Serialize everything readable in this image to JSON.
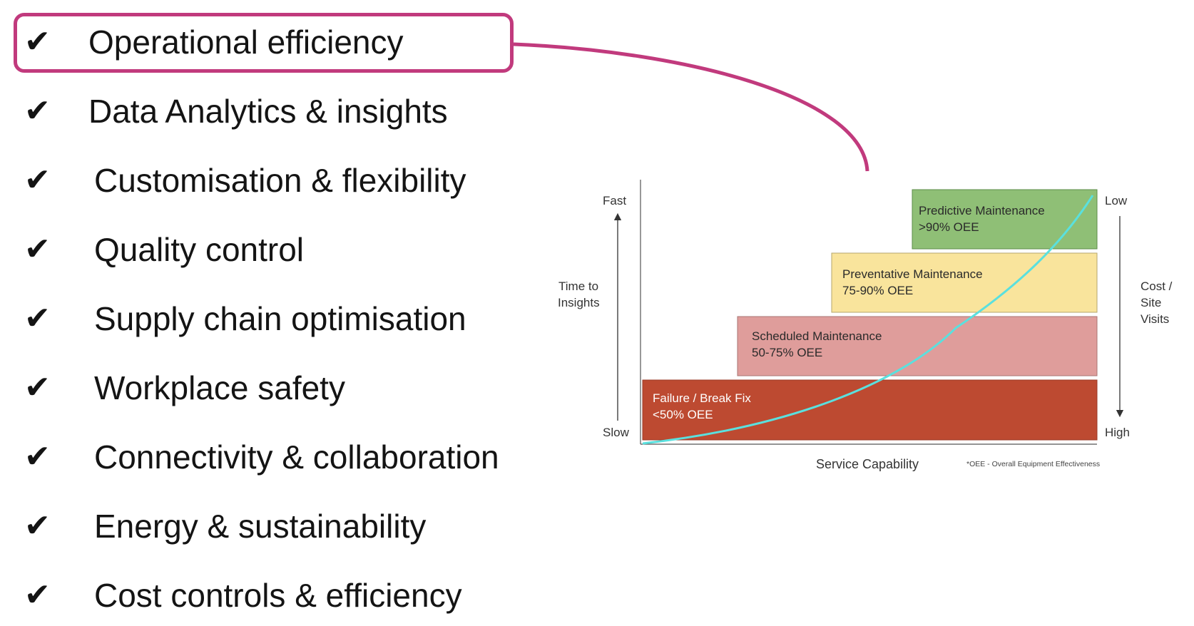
{
  "checklist": {
    "check_glyph": "✔",
    "items": [
      {
        "label": "Operational efficiency",
        "highlighted": true
      },
      {
        "label": "Data Analytics & insights"
      },
      {
        "label": "Customisation & flexibility"
      },
      {
        "label": "Quality control"
      },
      {
        "label": "Supply chain optimisation"
      },
      {
        "label": "Workplace safety"
      },
      {
        "label": "Connectivity & collaboration"
      },
      {
        "label": "Energy & sustainability"
      },
      {
        "label": "Cost controls & efficiency"
      }
    ]
  },
  "diagram": {
    "left_axis": {
      "top": "Fast",
      "bottom": "Slow",
      "title_line1": "Time to",
      "title_line2": "Insights"
    },
    "right_axis": {
      "top": "Low",
      "bottom": "High",
      "title_line1": "Cost /",
      "title_line2": "Site",
      "title_line3": "Visits"
    },
    "x_axis_label": "Service Capability",
    "footnote": "*OEE - Overall Equipment Effectiveness",
    "tiers": [
      {
        "name": "Failure / Break Fix",
        "oee": "<50% OEE",
        "color": "#bd4a31",
        "text_color": "#ffffff"
      },
      {
        "name": "Scheduled Maintenance",
        "oee": "50-75% OEE",
        "color": "#df9d9b",
        "text_color": "#2a2a2a"
      },
      {
        "name": "Preventative Maintenance",
        "oee": "75-90% OEE",
        "color": "#f9e49c",
        "text_color": "#2a2a2a"
      },
      {
        "name": "Predictive Maintenance",
        "oee": ">90% OEE",
        "color": "#8fbf76",
        "text_color": "#2a2a2a"
      }
    ],
    "curve_color": "#5ae0de",
    "connector_color": "#c13a7d"
  }
}
